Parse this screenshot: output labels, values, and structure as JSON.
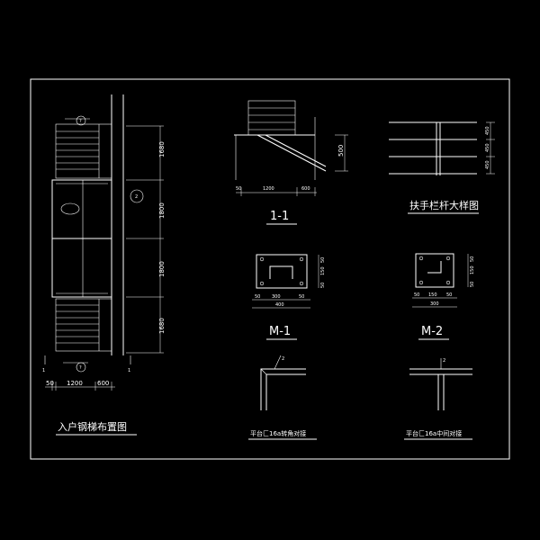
{
  "drawing": {
    "background": "#000000",
    "line_color": "#ffffff",
    "titles": {
      "plan": "入户钢梯布置图",
      "section_1_1": "1-1",
      "handrail_detail": "扶手栏杆大样图",
      "m1": "M-1",
      "m2": "M-2",
      "corner_joint": "平台匚16a转角对接",
      "middle_joint": "平台匚16a中间对接"
    },
    "plan": {
      "dims_vertical": [
        "1680",
        "1800",
        "1800",
        "1680"
      ],
      "dims_bottom": [
        "50",
        "1200",
        "600"
      ],
      "axis_marks": [
        "1",
        "1"
      ],
      "callout_top": "?",
      "callout_bottom": "?",
      "callout_mid": "2"
    },
    "section": {
      "dims_bottom": [
        "50",
        "1200",
        "600"
      ],
      "dim_right": "500"
    },
    "handrail": {
      "dims_right": [
        "450",
        "450",
        "450"
      ]
    },
    "m1": {
      "dims_bottom_a": [
        "50",
        "300",
        "50"
      ],
      "dim_bottom_b": "400",
      "dims_right": [
        "50",
        "150",
        "50"
      ]
    },
    "m2": {
      "dims_bottom_a": [
        "50",
        "150",
        "50"
      ],
      "dim_bottom_b": "300",
      "dims_right": [
        "50",
        "150",
        "50"
      ]
    },
    "joints": {
      "corner_label": "2",
      "middle_label": "2"
    }
  }
}
